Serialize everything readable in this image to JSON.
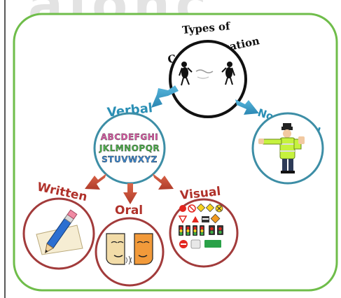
{
  "diagram": {
    "watermark_text": "alonc",
    "title_line1": "Types of",
    "title_line2": "Communication",
    "colors": {
      "frame_border": "#6fbd4a",
      "root_circle": "#111111",
      "blue_circle": "#3d8ea6",
      "red_circle": "#a23b3b",
      "blue_arrow": "#2f9bc7",
      "red_arrow": "#c24a37",
      "verbal_label": "#2a8fb5",
      "nonverbal_label": "#2a8fb5",
      "written_label": "#b0312a",
      "oral_label": "#b0312a",
      "visual_label": "#b0312a"
    },
    "nodes": {
      "verbal": {
        "label": "Verbal",
        "alphabet_line1": "ABCDEFGHI",
        "alphabet_line2": "JKLMNOPQR",
        "alphabet_line3": "STUVWXYZ"
      },
      "nonverbal": {
        "label": "Non-Verbal"
      },
      "written": {
        "label": "Written"
      },
      "oral": {
        "label": "Oral"
      },
      "visual": {
        "label": "Visual"
      }
    },
    "icons": {
      "root": "talking-people-icon",
      "verbal": "alphabet-letters-icon",
      "nonverbal": "traffic-police-icon",
      "written": "pencil-paper-icon",
      "oral": "speaking-faces-icon",
      "visual": "signs-symbols-icon"
    }
  }
}
